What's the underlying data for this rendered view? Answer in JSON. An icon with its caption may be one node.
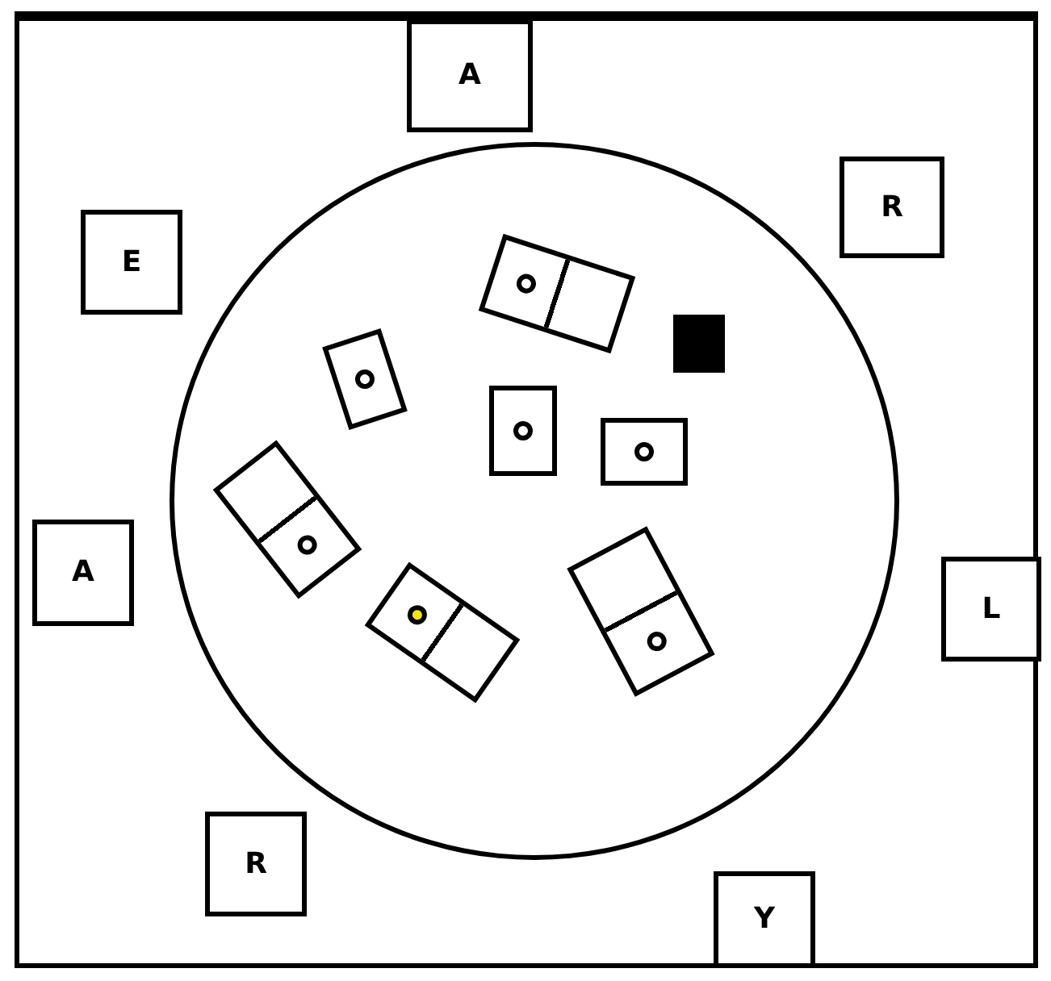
{
  "diagram": {
    "nodes": [
      {
        "text": [
          "A"
        ]
      },
      {
        "text": [
          "R"
        ]
      },
      {
        "text": [
          "E"
        ]
      },
      {
        "text": [],
        "shape": "circle"
      },
      {
        "text": [],
        "shape": "box",
        "in": 3
      },
      {
        "text": [],
        "shape": "box",
        "in": 3
      },
      {
        "text": [],
        "shape": "box",
        "in": 3
      },
      {
        "text": [],
        "shape": "box",
        "in": 3
      },
      {
        "text": [],
        "shape": "box",
        "in": 3
      },
      {
        "text": [],
        "shape": "box",
        "in": 3
      },
      {
        "text": [
          "A"
        ]
      },
      {
        "text": [
          "L"
        ]
      },
      {
        "text": [],
        "shape": "box",
        "in": 3
      },
      {
        "text": [],
        "shape": "box",
        "in": 3
      },
      {
        "text": [
          "R"
        ]
      },
      {
        "text": [
          "Y"
        ]
      }
    ]
  }
}
